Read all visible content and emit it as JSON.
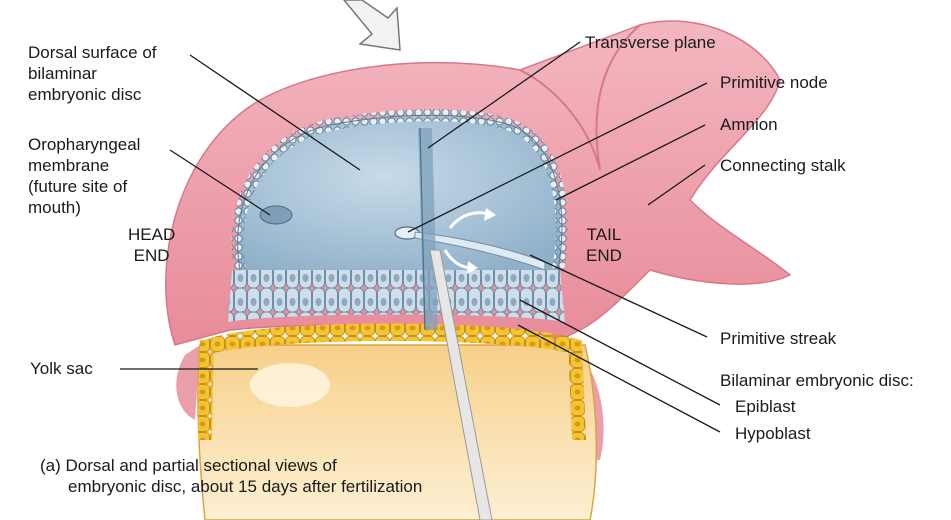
{
  "labels": {
    "dorsal_surface": [
      "Dorsal surface of",
      "bilaminar",
      "embryonic disc"
    ],
    "oropharyngeal": [
      "Oropharyngeal",
      "membrane",
      "(future site of",
      "mouth)"
    ],
    "head_end": [
      "HEAD",
      "END"
    ],
    "tail_end": [
      "TAIL",
      "END"
    ],
    "yolk_sac": "Yolk sac",
    "transverse_plane": "Transverse plane",
    "primitive_node": "Primitive node",
    "amnion": "Amnion",
    "connecting_stalk": "Connecting stalk",
    "primitive_streak": "Primitive streak",
    "bilaminar_disc": "Bilaminar embryonic disc:",
    "epiblast": "Epiblast",
    "hypoblast": "Hypoblast"
  },
  "caption": [
    "(a) Dorsal and partial sectional views of",
    "embryonic disc, about 15 days after fertilization"
  ],
  "colors": {
    "amnion_pink": "#ec9aa6",
    "disc_blue": "#a9c4d8",
    "epiblast_cell": "#c9d8e6",
    "hypoblast_yellow": "#f2c230",
    "yolk": "#f9dfa8"
  }
}
